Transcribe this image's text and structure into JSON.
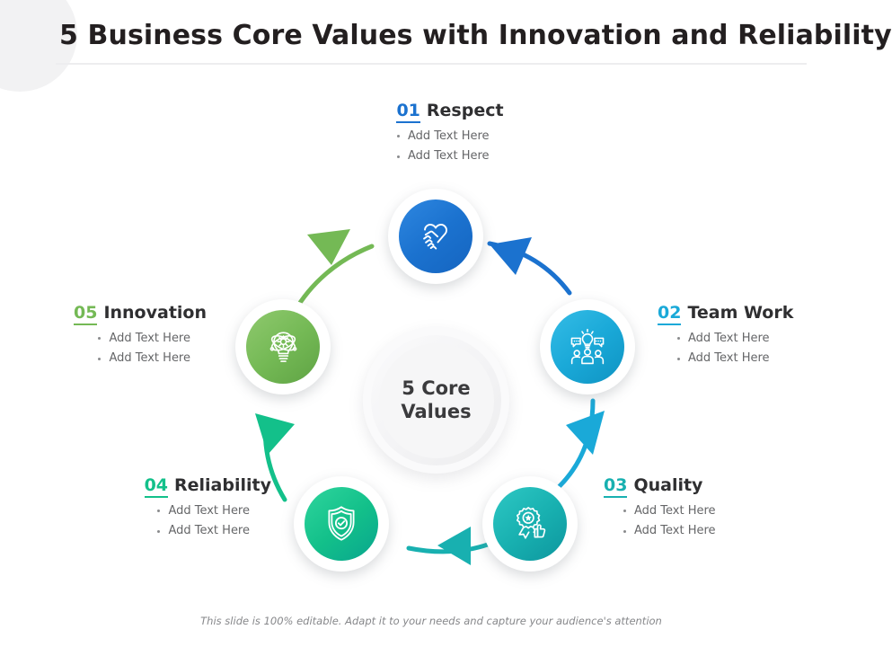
{
  "header": {
    "title": "5 Business Core Values with Innovation and Reliability"
  },
  "hub": {
    "text": "5 Core\nValues"
  },
  "footer": {
    "note": "This slide is 100% editable. Adapt it to your needs and capture your audience's attention"
  },
  "colors": {
    "respect": "#1b72cf",
    "respect_dark": "#1565c0",
    "teamwork": "#1aa9d8",
    "teamwork_dark": "#1195c4",
    "quality": "#18b0b0",
    "quality_dark": "#10a2a8",
    "reliability": "#13c08a",
    "reliability_dark": "#0fb894",
    "innovation": "#74b955",
    "innovation_dark": "#6aae4e",
    "title": "#231f20",
    "body_text": "#656668",
    "hub_text": "#3b3b3d"
  },
  "nodes": [
    {
      "id": "respect",
      "number": "01",
      "title": "Respect",
      "icon": "handshake-icon",
      "color": "#1b72cf",
      "bullets": [
        "Add Text Here",
        "Add Text Here"
      ]
    },
    {
      "id": "teamwork",
      "number": "02",
      "title": "Team Work",
      "icon": "team-lightbulb-icon",
      "color": "#1aa9d8",
      "bullets": [
        "Add Text Here",
        "Add Text Here"
      ]
    },
    {
      "id": "quality",
      "number": "03",
      "title": "Quality",
      "icon": "award-ribbon-thumbsup-icon",
      "color": "#18b0b0",
      "bullets": [
        "Add Text Here",
        "Add Text Here"
      ]
    },
    {
      "id": "reliability",
      "number": "04",
      "title": "Reliability",
      "icon": "shield-check-icon",
      "color": "#13c08a",
      "bullets": [
        "Add Text Here",
        "Add Text Here"
      ]
    },
    {
      "id": "innovation",
      "number": "05",
      "title": "Innovation",
      "icon": "lightbulb-gear-atom-icon",
      "color": "#74b955",
      "bullets": [
        "Add Text Here",
        "Add Text Here"
      ]
    }
  ],
  "arrows": [
    {
      "id": "respect-to-teamwork",
      "color": "#1b72cf"
    },
    {
      "id": "teamwork-to-quality",
      "color": "#1aa9d8"
    },
    {
      "id": "quality-to-reliability",
      "color": "#18b0b0"
    },
    {
      "id": "reliability-to-innovation",
      "color": "#13c08a"
    },
    {
      "id": "innovation-to-respect",
      "color": "#74b955"
    }
  ]
}
